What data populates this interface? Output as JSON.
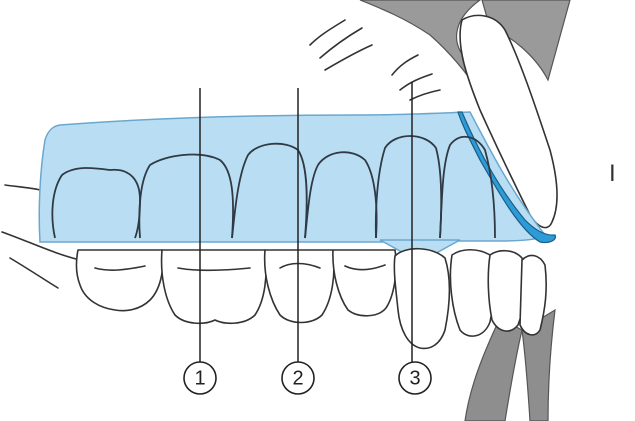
{
  "figure": {
    "markers": [
      "1",
      "2",
      "3"
    ],
    "side_label": "I",
    "colors": {
      "splint_fill": "#b9def3",
      "splint_edge": "#2c9bd8",
      "gum": "#9a9a9a",
      "tooth_outline": "#333333"
    }
  }
}
